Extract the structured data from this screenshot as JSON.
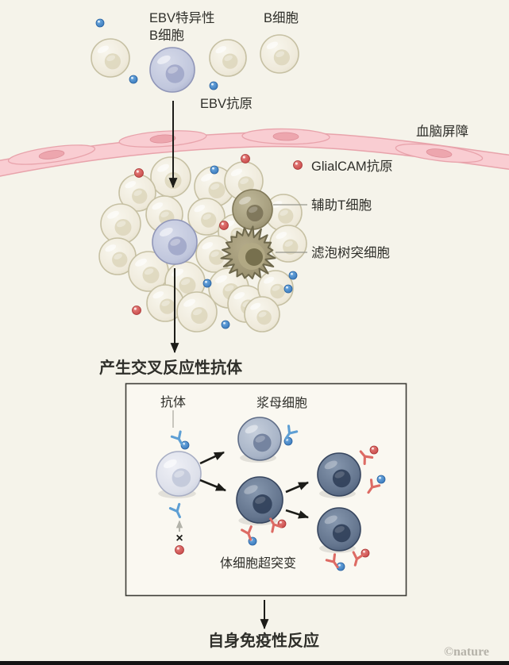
{
  "labels": {
    "ebv_specific_b_cell_line1": "EBV特异性",
    "ebv_specific_b_cell_line2": "B细胞",
    "b_cell": "B细胞",
    "ebv_antigen": "EBV抗原",
    "blood_brain_barrier": "血脑屏障",
    "glialcam_antigen": "GlialCAM抗原",
    "helper_t_cell": "辅助T细胞",
    "follicular_dendritic_cell": "滤泡树突细胞",
    "produce_cross_reactive_antibodies": "产生交叉反应性抗体",
    "antibody": "抗体",
    "plasmablast": "浆母细胞",
    "somatic_hypermutation": "体细胞超突变",
    "blocked_mark": "×",
    "autoimmune_response": "自身免疫性反应",
    "watermark": "©nature"
  },
  "colors": {
    "background": "#f5f3ea",
    "box_fill": "#faf8f1",
    "box_stroke": "#3e3e38",
    "barrier_fill": "#f9cdd2",
    "barrier_stroke": "#e8a3ab",
    "barrier_nucleus": "#eda6ae",
    "red_antigen": "#cf4b4b",
    "blue_antigen": "#3d85c8",
    "red_antibody": "#dd6b64",
    "blue_antibody": "#5e9fd4",
    "text": "#2f2f2a",
    "watermark_gray": "#b5b2a9",
    "bottom_bar": "#141414"
  }
}
